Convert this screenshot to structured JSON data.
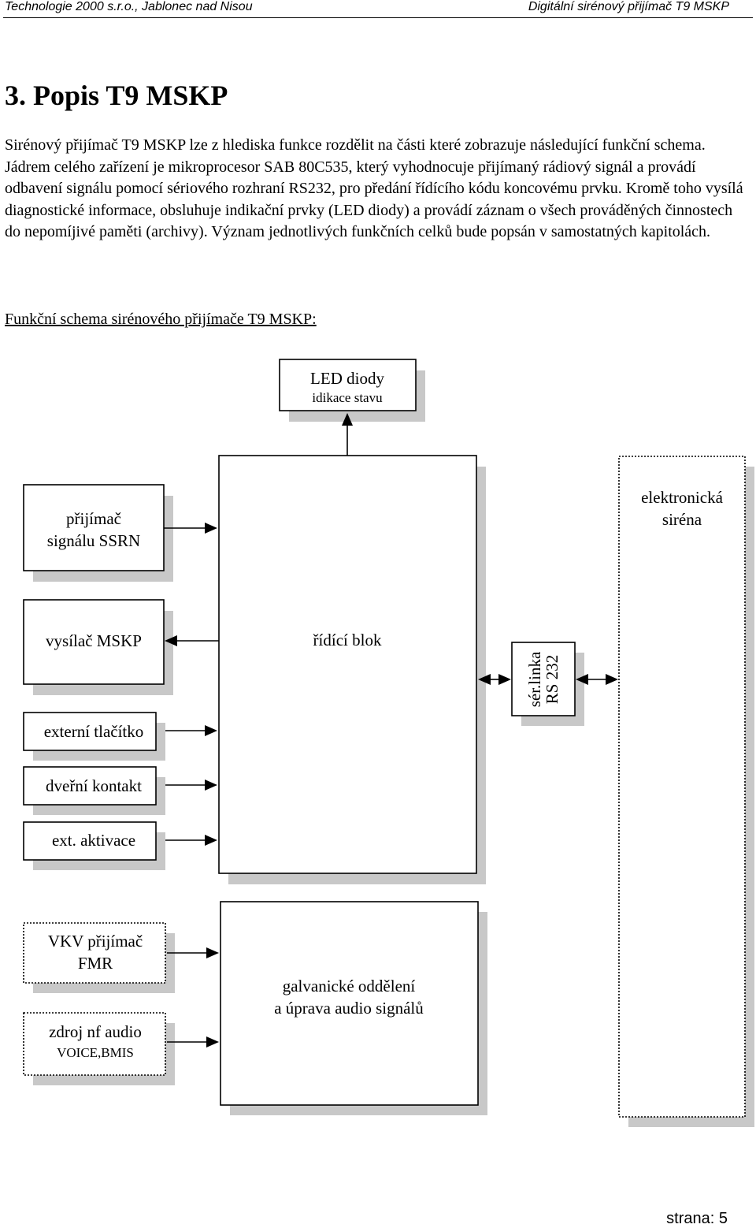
{
  "header": {
    "left": "Technologie 2000 s.r.o., Jablonec nad Nisou",
    "right": "Digitální sirénový přijímač T9 MSKP"
  },
  "section": {
    "title": "3. Popis T9 MSKP",
    "paragraph": "Sirénový přijímač T9 MSKP lze z hlediska funkce rozdělit na části které zobrazuje následující funkční schema. Jádrem celého zařízení je mikroprocesor SAB 80C535, který vyhodnocuje přijímaný rádiový signál a provádí odbavení signálu pomocí sériového rozhraní RS232, pro předání řídícího kódu koncovému prvku. Kromě toho vysílá diagnostické informace, obsluhuje indikační prvky (LED diody) a provádí záznam o všech prováděných činnostech do nepomíjivé paměti (archivy). Význam jednotlivých funkčních celků bude popsán v samostatných kapitolách.",
    "diagram_caption": "Funkční schema sirénového přijímače T9 MSKP:"
  },
  "diagram": {
    "led_title": "LED diody",
    "led_sub": "idikace stavu",
    "rx_line1": "přijímač",
    "rx_line2": "signálu SSRN",
    "tx": "vysílač MSKP",
    "ext_button": "externí tlačítko",
    "door": "dveřní kontakt",
    "ext_act": "ext. aktivace",
    "control": "řídící blok",
    "serial_line1": "sér.linka",
    "serial_line2": "RS 232",
    "siren_line1": "elektronická",
    "siren_line2": "siréna",
    "vkv_line1": "VKV přijímač",
    "vkv_line2": "FMR",
    "nf_line1": "zdroj nf audio",
    "nf_line2": "VOICE,BMIS",
    "galv_line1": "galvanické oddělení",
    "galv_line2": "a úprava audio signálů"
  },
  "footer": {
    "page": "strana: 5"
  }
}
